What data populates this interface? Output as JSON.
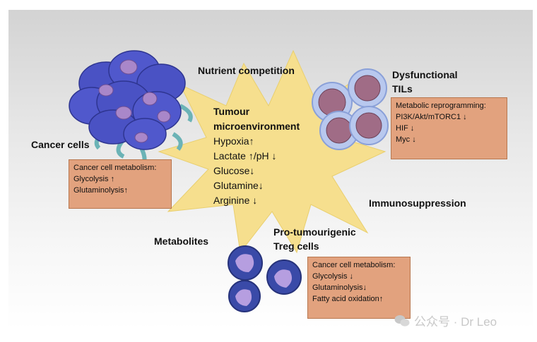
{
  "labels": {
    "nutrient_competition": "Nutrient competition",
    "cancer_cells": "Cancer cells",
    "dysfunctional_tils_line1": "Dysfunctional",
    "dysfunctional_tils_line2": "TILs",
    "immunosuppression": "Immunosuppression",
    "metabolites": "Metabolites",
    "treg_line1": "Pro-tumourigenic",
    "treg_line2": "Treg cells"
  },
  "microenvironment": {
    "title_line1": "Tumour",
    "title_line2": "microenvironment",
    "items": [
      "Hypoxia↑",
      "Lactate ↑/pH ↓",
      "Glucose↓",
      "Glutamine↓",
      "Arginine ↓"
    ]
  },
  "boxes": {
    "cancer": {
      "title": "Cancer cell metabolism:",
      "items": [
        "Glycolysis ↑",
        "Glutaminolysis↑"
      ]
    },
    "tils": {
      "title": "Metabolic reprogramming:",
      "items": [
        "PI3K/Akt/mTORC1 ↓",
        "HIF ↓",
        "Myc ↓"
      ]
    },
    "treg": {
      "title": "Cancer cell metabolism:",
      "items": [
        "Glycolysis ↓",
        "Glutaminolysis↓",
        "Fatty acid oxidation↑"
      ]
    }
  },
  "watermark": "公众号 · Dr Leo",
  "colors": {
    "star": "#f6df8e",
    "box_fill": "#e2a27e",
    "cancer_cell": "#4a52c4",
    "til_cell": "#b8c8ee",
    "treg_cell": "#3a4aa8",
    "nucleus": "#a987c9"
  }
}
